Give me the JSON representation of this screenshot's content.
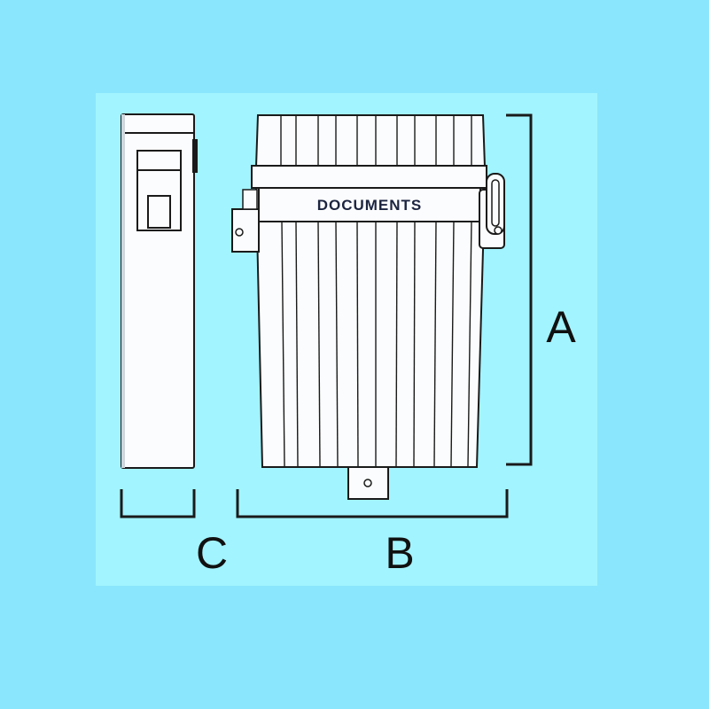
{
  "diagram": {
    "box_label": "DOCUMENTS",
    "dimension_labels": {
      "height": "A",
      "width": "B",
      "depth": "C"
    }
  },
  "colors": {
    "background": "#8ae6fc",
    "panel": "#a2f4fe",
    "line": "#1a1a1a",
    "box_fill": "#fbfcfd",
    "label_text": "#1c2540"
  }
}
